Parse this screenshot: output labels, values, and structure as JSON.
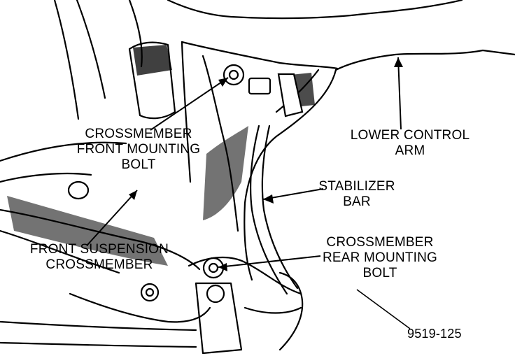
{
  "figure": {
    "figure_number": "9519-125",
    "labels": {
      "crossmember_front_mounting_bolt": [
        "CROSSMEMBER",
        "FRONT MOUNTING",
        "BOLT"
      ],
      "front_suspension_crossmember": [
        "FRONT SUSPENSION",
        "CROSSMEMBER"
      ],
      "lower_control_arm": [
        "LOWER CONTROL",
        "ARM"
      ],
      "stabilizer_bar": [
        "STABILIZER",
        "BAR"
      ],
      "crossmember_rear_mounting_bolt": [
        "CROSSMEMBER",
        "REAR MOUNTING",
        "BOLT"
      ]
    }
  },
  "colors": {
    "ink": "#000000",
    "paper": "#ffffff"
  }
}
